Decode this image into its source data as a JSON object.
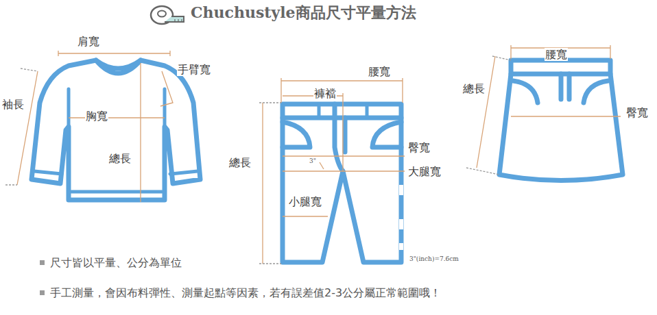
{
  "diagram": {
    "title": "Chuchustyle商品尺寸平量方法",
    "labels": [
      "肩寬",
      "手臂寬",
      "袖長",
      "胸寬",
      "總長",
      "腰寬",
      "褲襠",
      "總長",
      "臀寬",
      "大腿寬",
      "小腿寬",
      "3\"",
      "3\"(inch)=7.6cm",
      "腰寬",
      "總長",
      "臀寬",
      "尺寸皆以平量、公分為單位",
      "手工測量，會因布料彈性、測量起點等因素，若有誤差值2-3公分屬正常範圍哦！"
    ]
  }
}
